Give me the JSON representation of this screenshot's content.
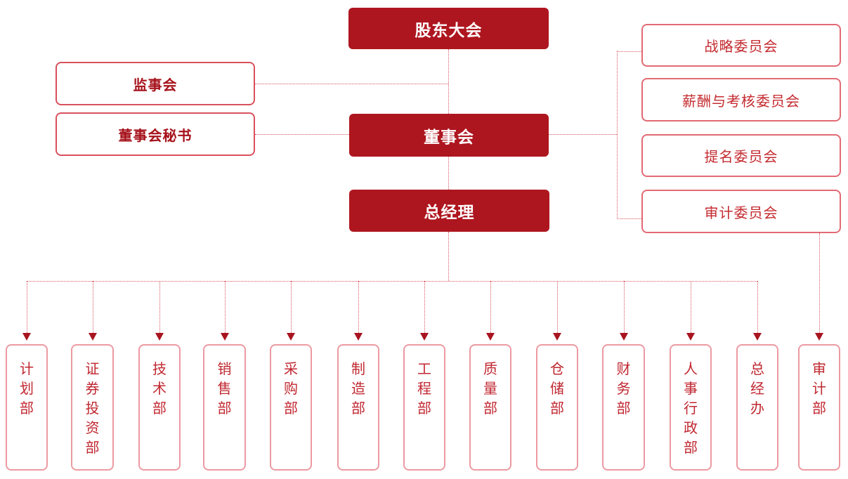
{
  "nodes": {
    "shareholders_meeting": "股东大会",
    "supervisory_board": "监事会",
    "board_secretary": "董事会秘书",
    "board_of_directors": "董事会",
    "general_manager": "总经理",
    "committees": [
      "战略委员会",
      "薪酬与考核委员会",
      "提名委员会",
      "审计委员会"
    ],
    "departments": [
      "计划部",
      "证券投资部",
      "技术部",
      "销售部",
      "采购部",
      "制造部",
      "工程部",
      "质量部",
      "仓储部",
      "财务部",
      "人事行政部",
      "总经办",
      "审计部"
    ]
  },
  "colors": {
    "solid_node_fill": "#AE161F",
    "solid_node_text": "#FFFFFF",
    "outline_node_border": "#D8515C",
    "outline_node_text": "#A6121B",
    "committee_border": "#E26A74",
    "committee_text": "#C42B30",
    "department_border": "#EC9AA1",
    "department_text": "#C02730",
    "connector_line": "#D65660",
    "arrowhead": "#A81420"
  }
}
